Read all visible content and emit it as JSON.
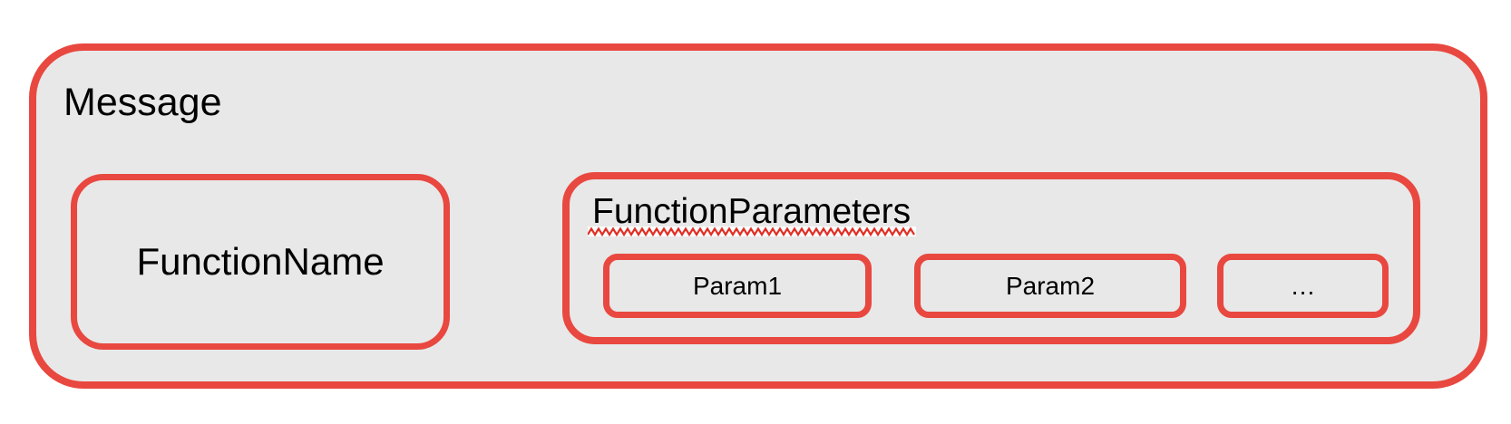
{
  "colors": {
    "accent_red": "#E8483F",
    "box_fill_gray": "#E8E8E8",
    "squiggle_red": "#E02E23",
    "text_black": "#000000",
    "page_background": "#FFFFFF"
  },
  "diagram": {
    "message": {
      "label": "Message"
    },
    "function_name": {
      "label": "FunctionName"
    },
    "function_parameters": {
      "label": "FunctionParameters",
      "params": [
        {
          "label": "Param1"
        },
        {
          "label": "Param2"
        },
        {
          "label": "…"
        }
      ]
    }
  }
}
